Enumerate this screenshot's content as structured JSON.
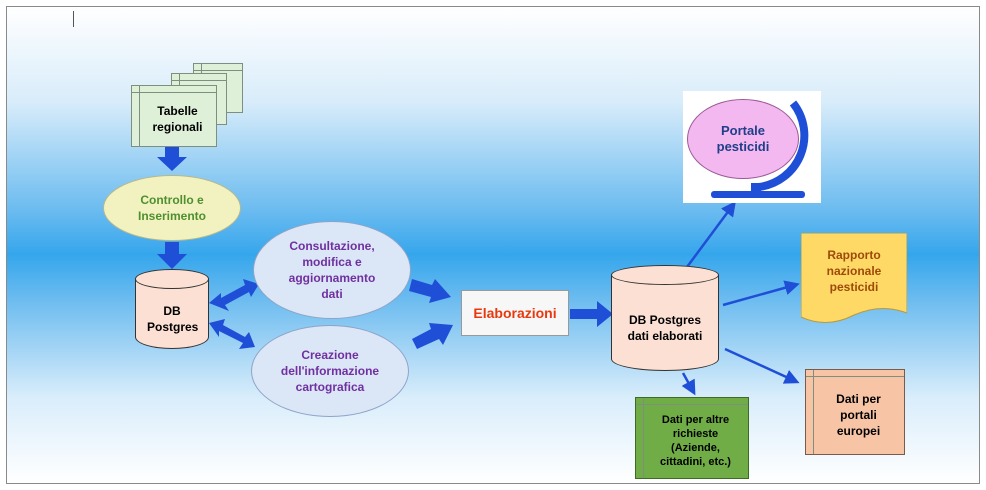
{
  "nodes": {
    "tabelle": "Tabelle regionali",
    "controllo": "Controllo e Inserimento",
    "db": "DB Postgres",
    "consultazione": "Consultazione, modifica e aggiornamento dati",
    "creazione": "Creazione dell'informazione cartografica",
    "elaborazioni": "Elaborazioni",
    "db_elaborati": "DB Postgres dati elaborati",
    "portale": "Portale pesticidi",
    "rapporto": "Rapporto nazionale pesticidi",
    "portali_europei": "Dati per portali europei",
    "altre_richieste": "Dati per altre richieste (Aziende, cittadini, etc.)"
  },
  "colors": {
    "arrow": "#1f4fd6",
    "table_green": "#dff0d8",
    "table_dark_green": "#70ad47",
    "ellipse_blue": "#dbe6f6",
    "ellipse_yellow": "#f2f2c0",
    "text_green": "#4e8f2f",
    "text_purple": "#7030a0",
    "text_red": "#e8390e",
    "cylinder": "#fbe0d3",
    "portale_pink": "#f4b8f0",
    "rapporto_yellow": "#ffd966",
    "europei_salmon": "#f7c4a5"
  }
}
